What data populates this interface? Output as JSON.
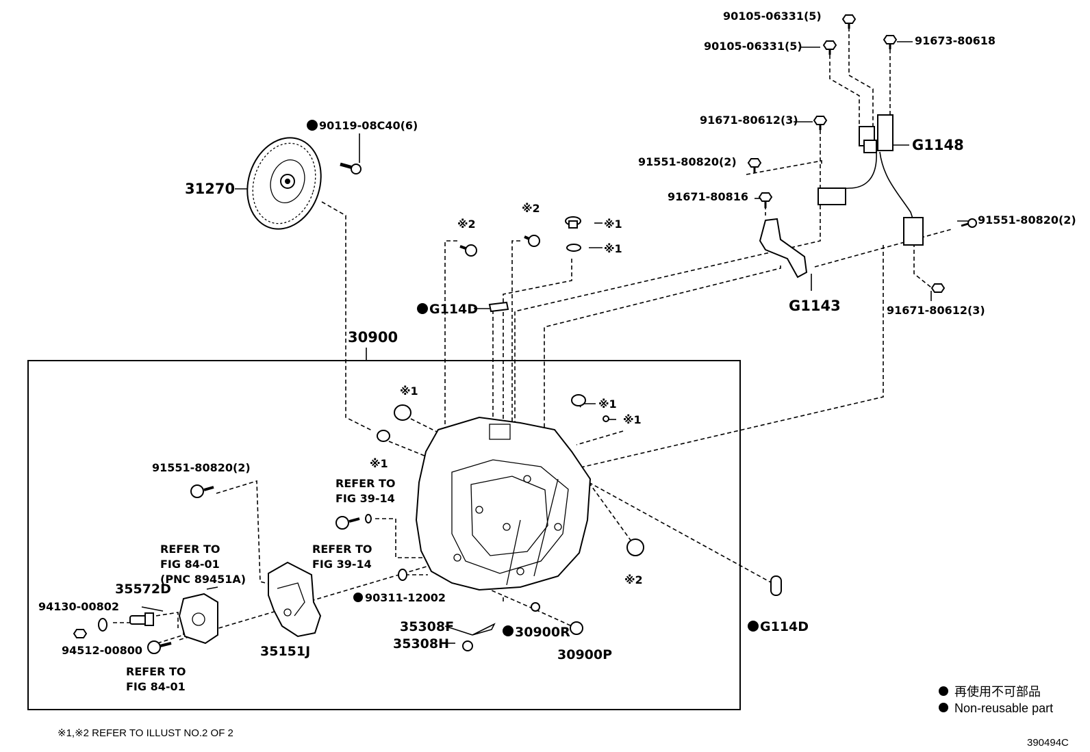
{
  "diagram": {
    "labels": {
      "p31270": "31270",
      "p90119": "90119-08C40(6)",
      "p30900": "30900",
      "p90105a": "90105-06331(5)",
      "p90105b": "90105-06331(5)",
      "p91673": "91673-80618",
      "p91671a": "91671-80612(3)",
      "pG1148": "G1148",
      "p91551a": "91551-80820(2)",
      "p91671b": "91671-80816",
      "p91551b": "91551-80820(2)",
      "pG1143": "G1143",
      "p91671c": "91671-80612(3)",
      "pG114D_top": "G114D",
      "pG114D_right": "G114D",
      "p91551c": "91551-80820(2)",
      "p35572D": "35572D",
      "p94130": "94130-00802",
      "p94512": "94512-00800",
      "p35151J": "35151J",
      "p90311": "90311-12002",
      "p35308F": "35308F",
      "p35308H": "35308H",
      "p30900R": "30900R",
      "p30900P": "30900P"
    },
    "marks": {
      "m1": "※1",
      "m2": "※2"
    },
    "refer": {
      "r39a_1": "REFER TO",
      "r39a_2": "FIG 39-14",
      "r39b_1": "REFER TO",
      "r39b_2": "FIG 39-14",
      "r84a_1": "REFER TO",
      "r84a_2": "FIG 84-01",
      "r84a_3": "(PNC 89451A)",
      "r84b_1": "REFER TO",
      "r84b_2": "FIG 84-01"
    },
    "footnote": "※1,※2 REFER TO ILLUST NO.2 OF 2",
    "legend": {
      "jp": "再使用不可部品",
      "en": "Non-reusable part"
    },
    "illustration_id": "390494C"
  }
}
